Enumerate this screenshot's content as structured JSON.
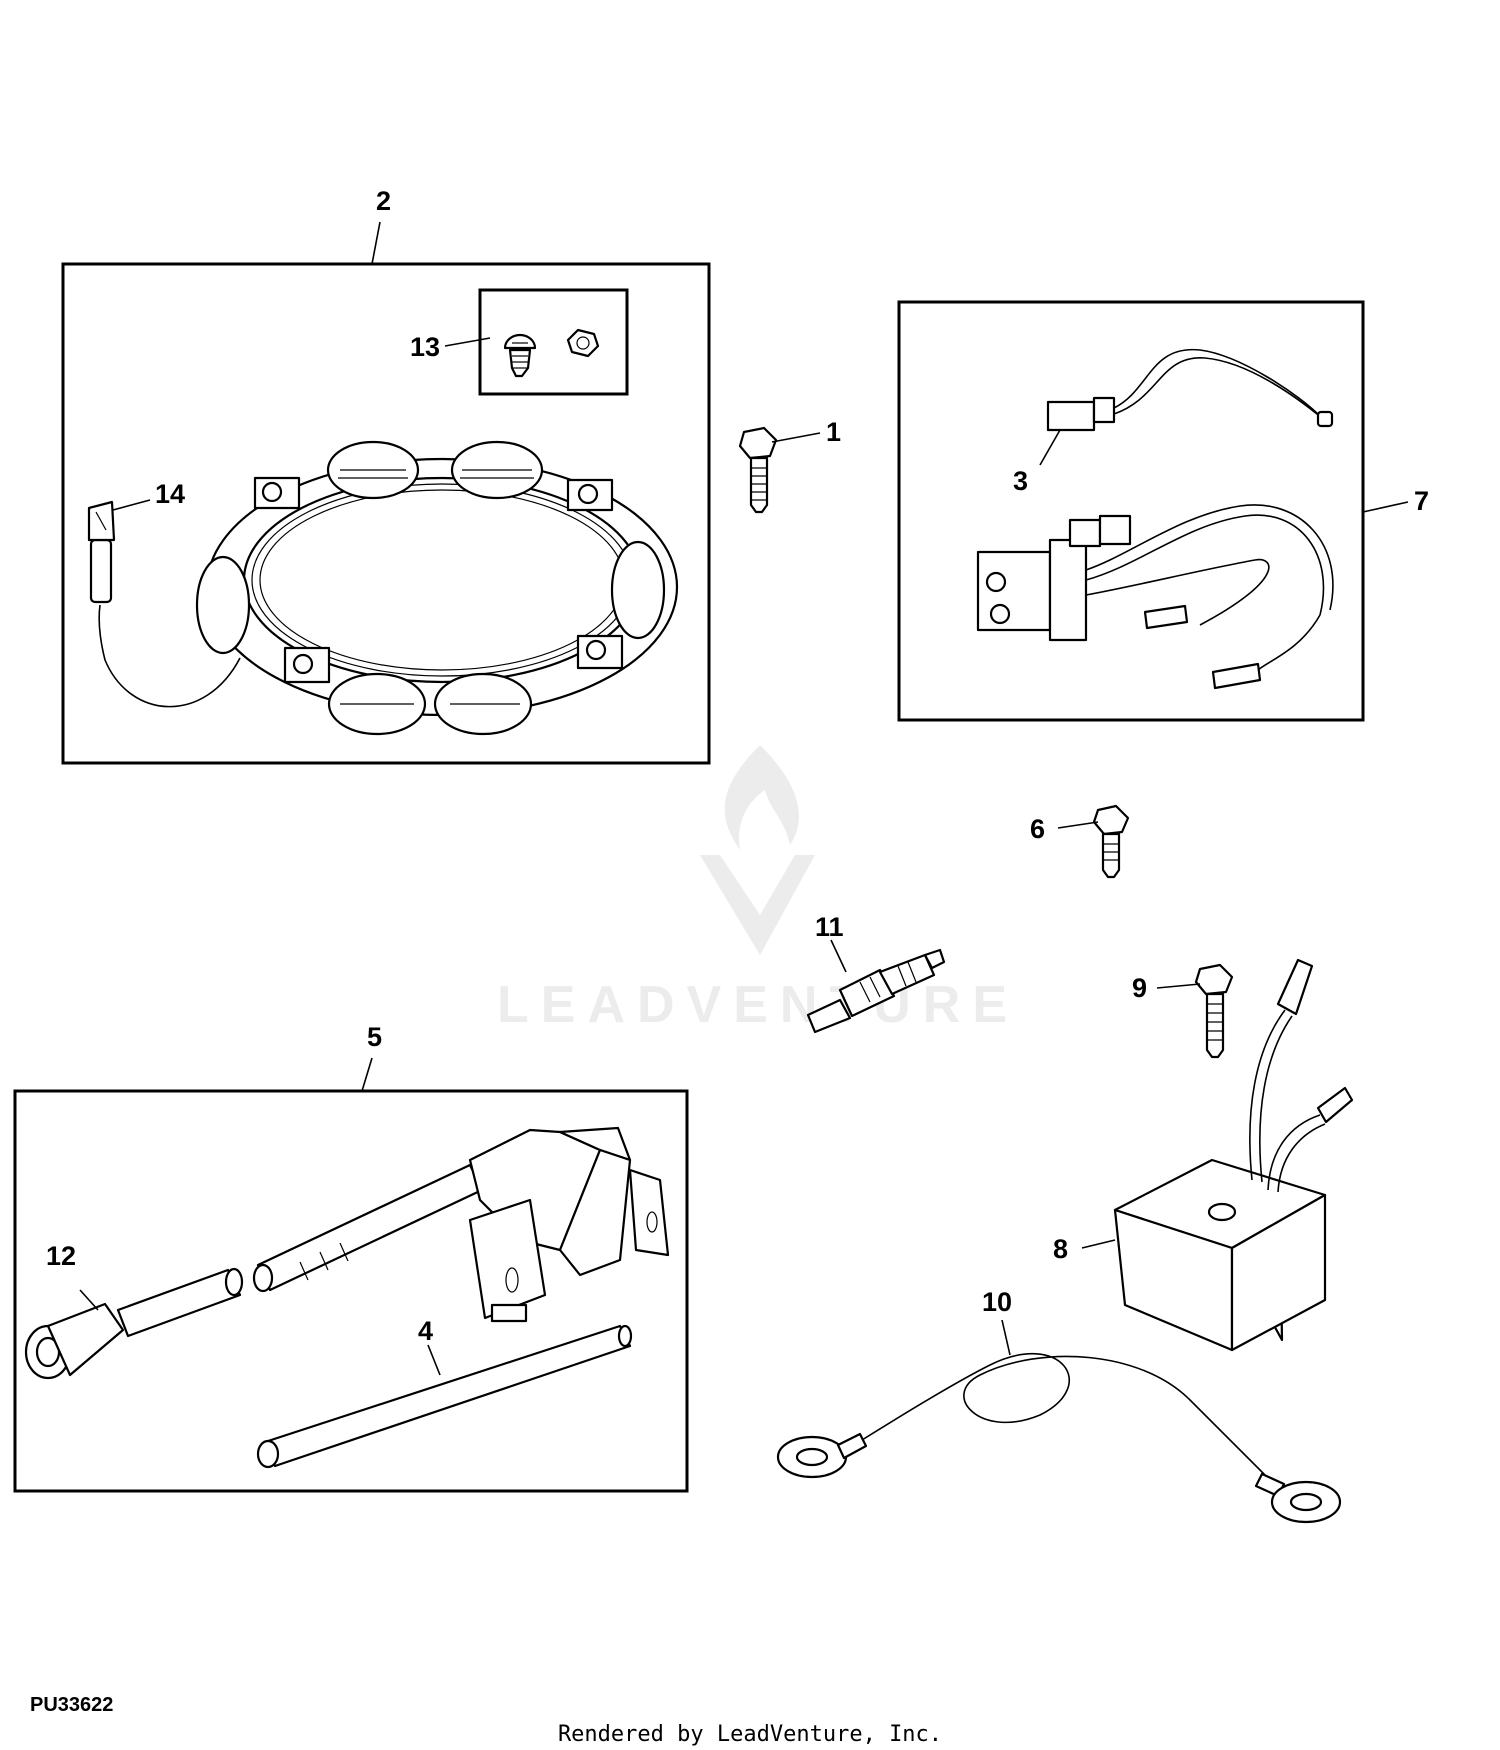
{
  "watermark": {
    "text": "LEADVENTURE"
  },
  "diagram_code": "PU33622",
  "footer": "Rendered by LeadVenture, Inc.",
  "callouts": [
    "1",
    "2",
    "3",
    "4",
    "5",
    "6",
    "7",
    "8",
    "9",
    "10",
    "11",
    "12",
    "13",
    "14"
  ]
}
